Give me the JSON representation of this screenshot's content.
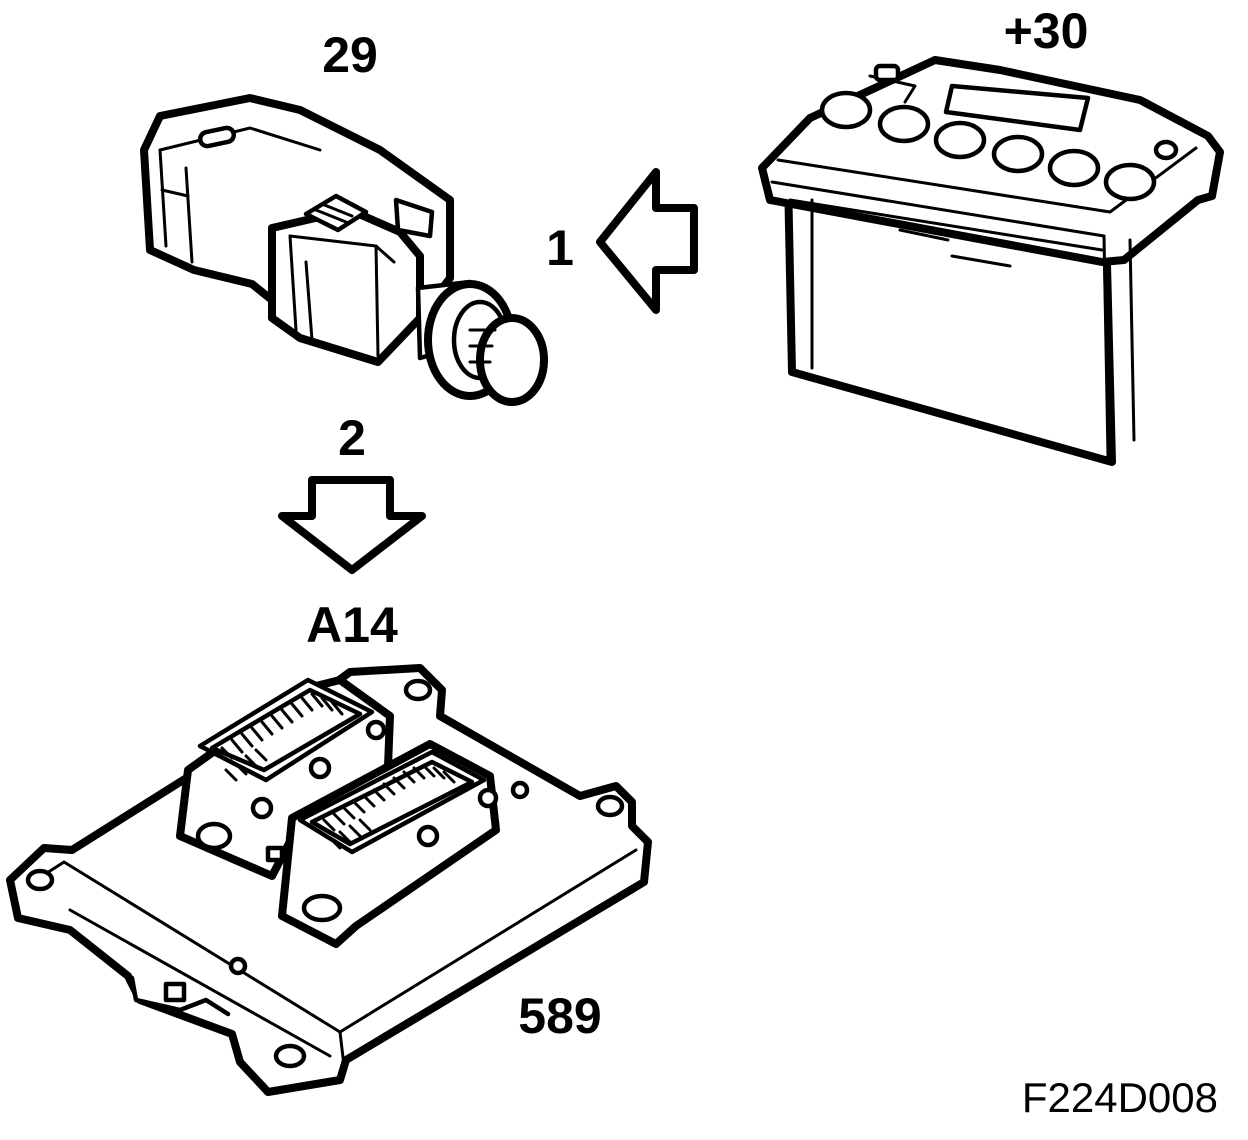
{
  "labels": {
    "switch": "29",
    "battery": "+30",
    "arrow_1": "1",
    "arrow_2": "2",
    "module": "A14",
    "module_part": "589",
    "figure_code": "F224D008"
  }
}
